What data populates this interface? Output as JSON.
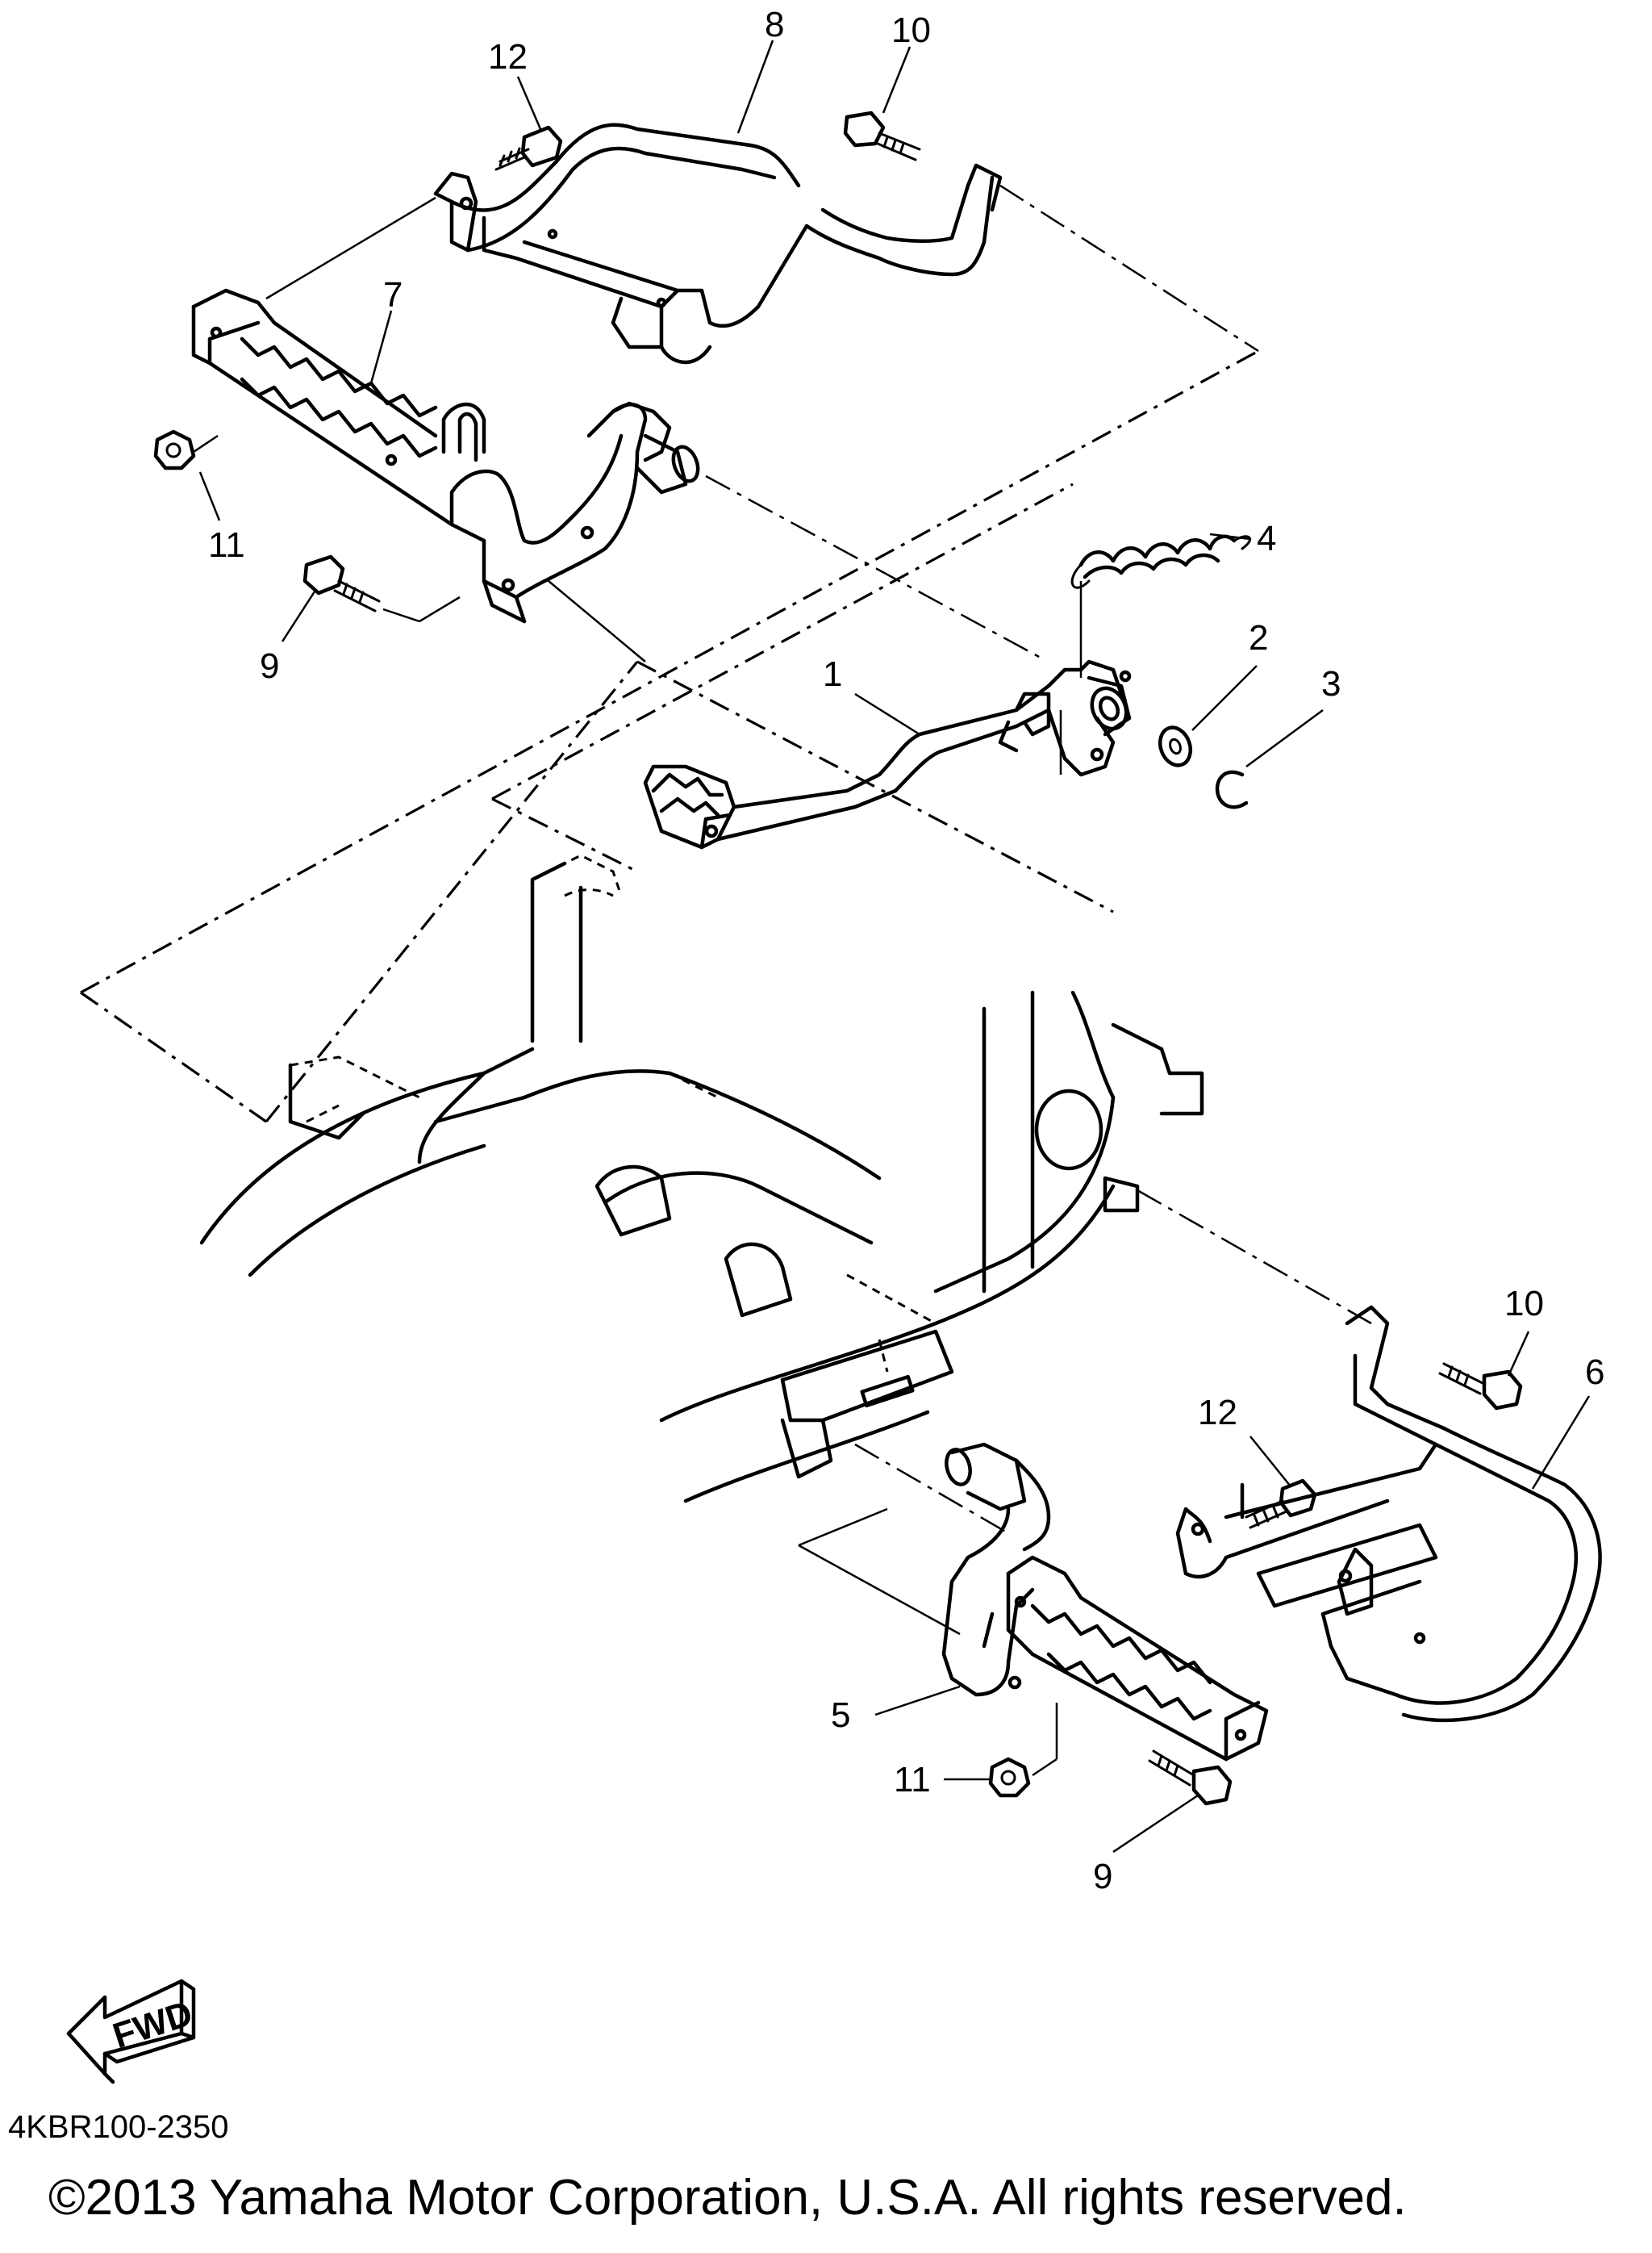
{
  "callouts": [
    {
      "id": "c8",
      "label": "8"
    },
    {
      "id": "c10a",
      "label": "10"
    },
    {
      "id": "c12a",
      "label": "12"
    },
    {
      "id": "c7",
      "label": "7"
    },
    {
      "id": "c11a",
      "label": "11"
    },
    {
      "id": "c9a",
      "label": "9"
    },
    {
      "id": "c4",
      "label": "4"
    },
    {
      "id": "c2",
      "label": "2"
    },
    {
      "id": "c3",
      "label": "3"
    },
    {
      "id": "c1",
      "label": "1"
    },
    {
      "id": "c10b",
      "label": "10"
    },
    {
      "id": "c6",
      "label": "6"
    },
    {
      "id": "c12b",
      "label": "12"
    },
    {
      "id": "c5",
      "label": "5"
    },
    {
      "id": "c11b",
      "label": "11"
    },
    {
      "id": "c9b",
      "label": "9"
    }
  ],
  "fwd_label": "FWD",
  "diagram_code": "4KBR100-2350",
  "copyright": "©2013 Yamaha Motor Corporation, U.S.A. All rights reserved."
}
